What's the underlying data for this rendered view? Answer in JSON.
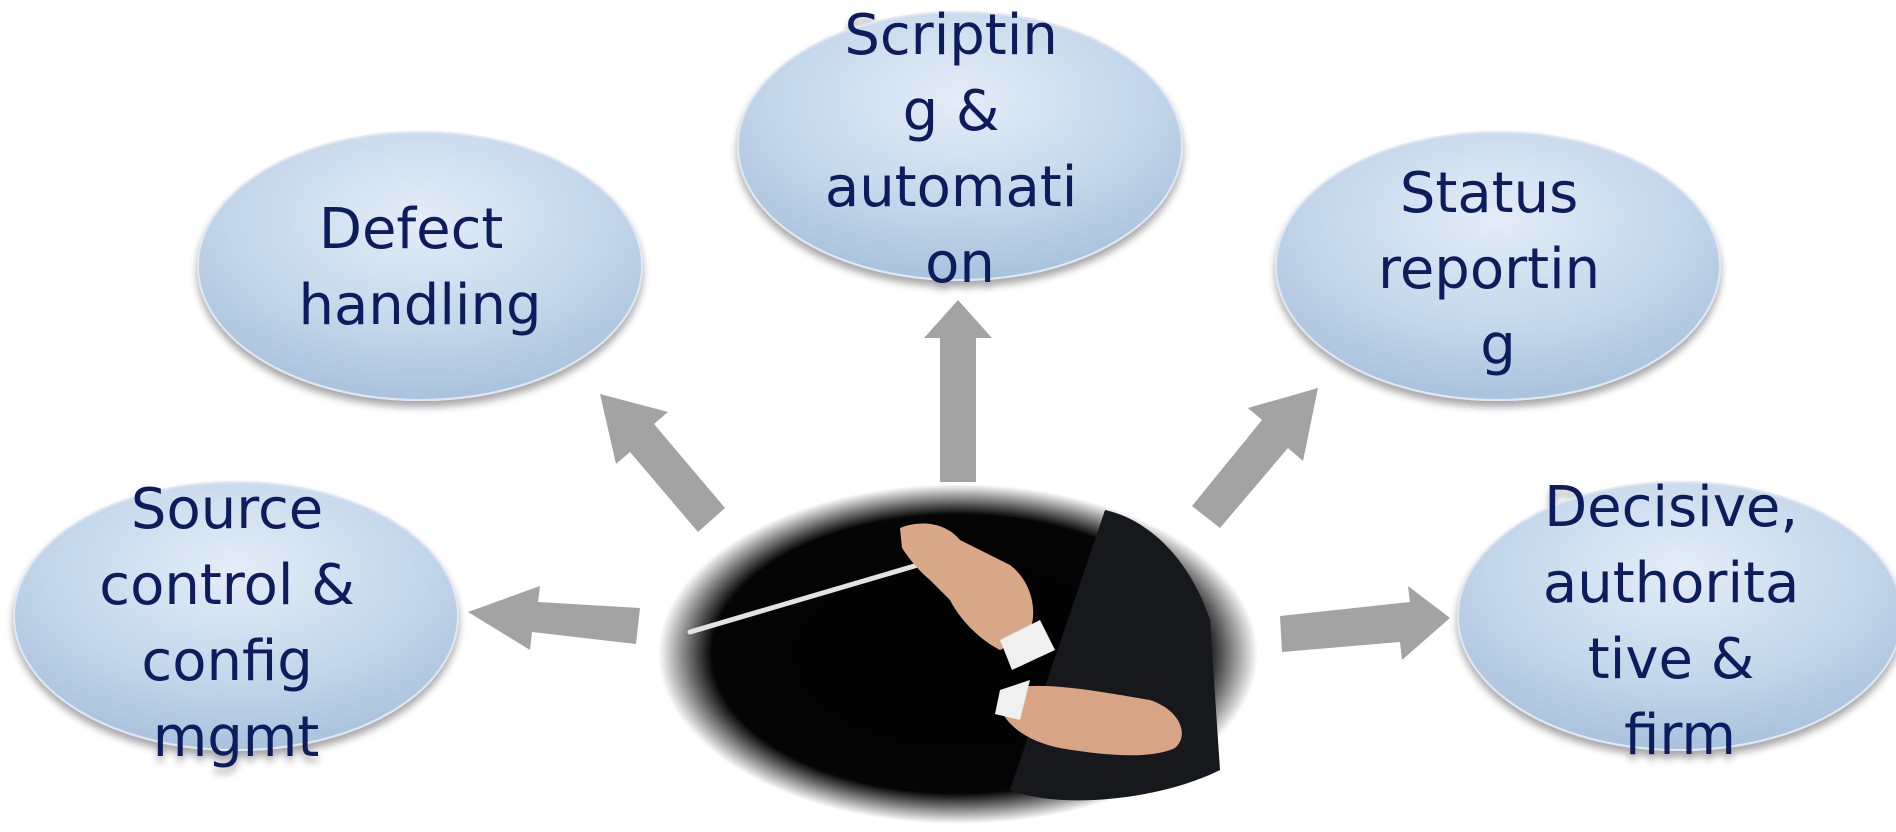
{
  "nodes": {
    "defect_handling": {
      "lines": [
        "Defect",
        "handling"
      ]
    },
    "scripting_automation": {
      "lines": [
        "Scriptin",
        "g &",
        "automati",
        "on"
      ]
    },
    "status_reporting": {
      "lines": [
        "Status",
        "reportin",
        "g"
      ]
    },
    "source_control": {
      "lines": [
        "Source",
        "control &",
        "config",
        "mgmt"
      ]
    },
    "decisive": {
      "lines": [
        "Decisive,",
        "authorita",
        "tive &",
        "firm"
      ]
    }
  },
  "center": {
    "icon": "conductor-hands-with-baton"
  },
  "colors": {
    "node_fill_light": "#dfe9f4",
    "node_fill_dark": "#a9c3de",
    "node_text": "#0f1f5c",
    "arrow": "#a3a3a3",
    "center_bg": "#000000"
  }
}
